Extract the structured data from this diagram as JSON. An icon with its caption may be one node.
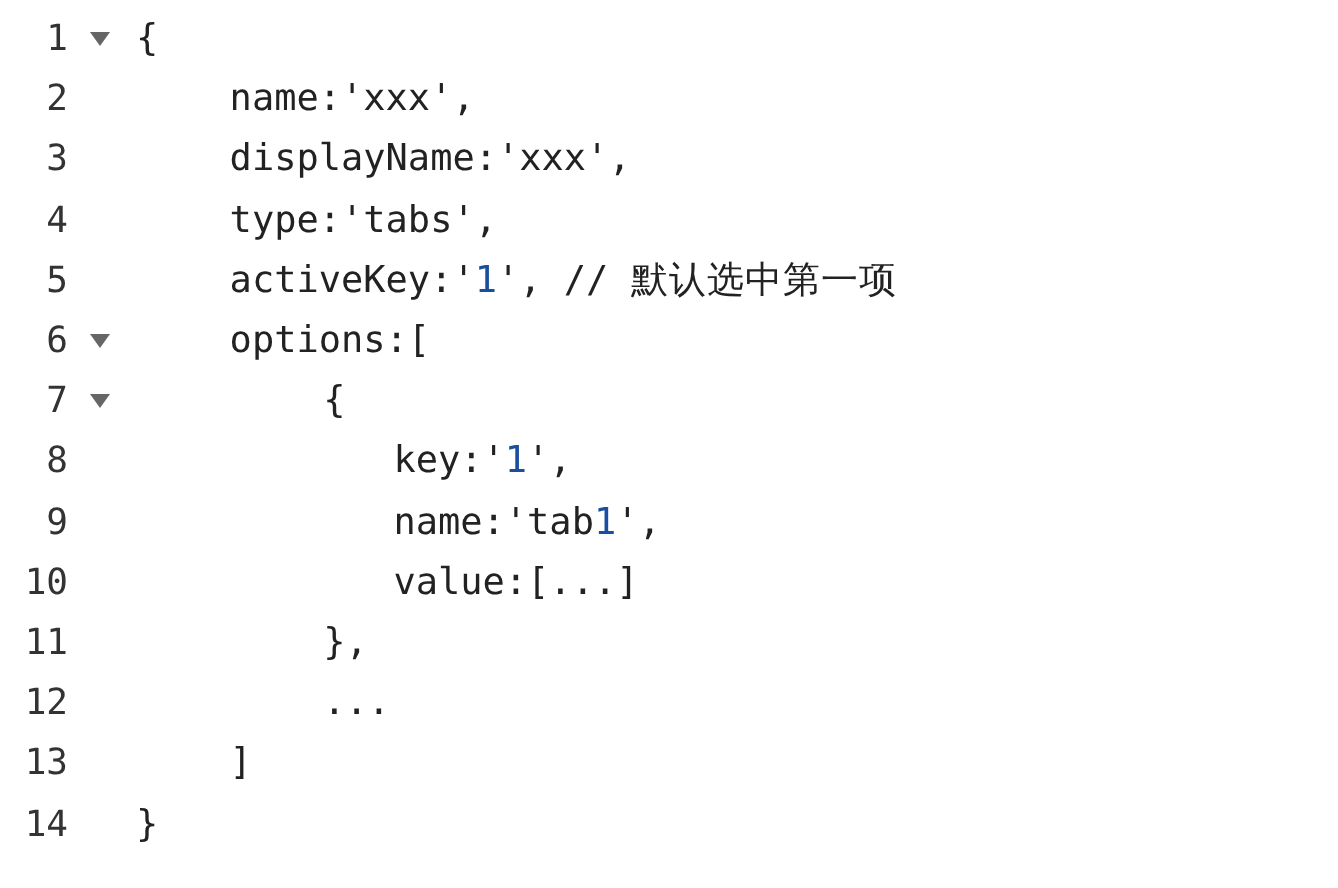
{
  "diagram": {
    "labels": [
      "1",
      "{",
      "2",
      "name:'xxx',",
      "3",
      "displayName:'xxx',",
      "4",
      "type:'tabs',",
      "5",
      "activeKey:'1', // 默认选中第一项",
      "6",
      "options:[",
      "7",
      "{",
      "8",
      "key:'1',",
      "9",
      "name:'tab1',",
      "10",
      "value:[...]",
      "11",
      "},",
      "12",
      "...",
      "13",
      "]",
      "14",
      "}"
    ]
  }
}
